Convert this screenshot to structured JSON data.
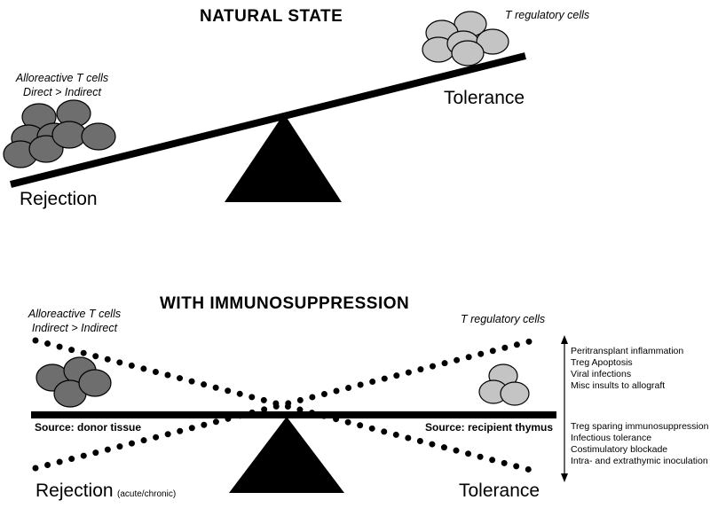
{
  "natural": {
    "title": "NATURAL STATE",
    "left_cells_label": [
      "Alloreactive T cells",
      "Direct > Indirect"
    ],
    "right_cells_label": "T regulatory cells",
    "left_outcome": "Rejection",
    "right_outcome": "Tolerance"
  },
  "immuno": {
    "title": "WITH IMMUNOSUPPRESSION",
    "left_cells_label": [
      "Alloreactive T cells",
      "Indirect > Indirect"
    ],
    "right_cells_label": "T regulatory cells",
    "left_source": "Source: donor tissue",
    "right_source": "Source: recipient thymus",
    "left_outcome": "Rejection",
    "left_outcome_note": "(acute/chronic)",
    "right_outcome": "Tolerance",
    "upward_factors": [
      "Peritransplant inflammation",
      "Treg Apoptosis",
      "Viral infections",
      "Misc insults to allograft"
    ],
    "downward_factors": [
      "Treg sparing immunosuppression",
      "Infectious tolerance",
      "Costimulatory blockade",
      "Intra- and extrathymic inoculation"
    ]
  },
  "colors": {
    "alloreactive_cell": "#6e6e6e",
    "treg_cell": "#c4c4c4",
    "outline": "#000000"
  }
}
